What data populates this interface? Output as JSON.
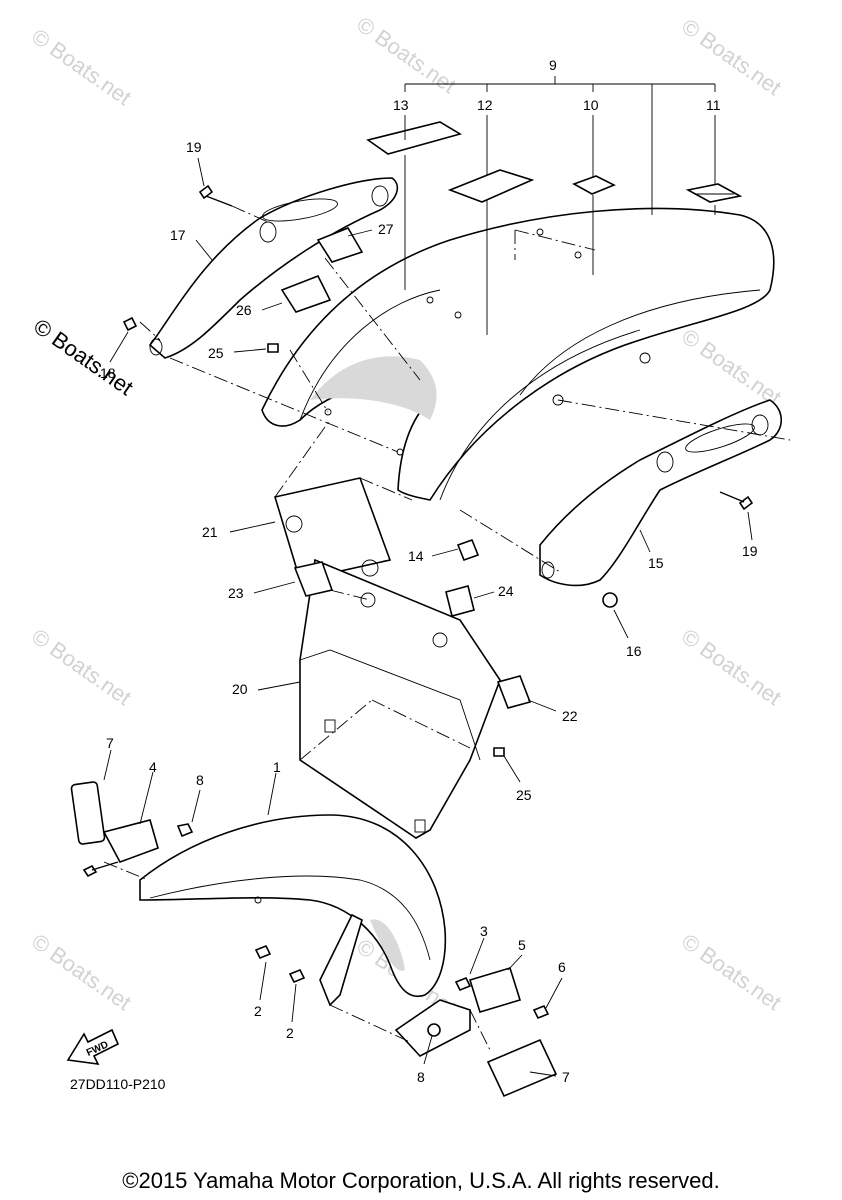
{
  "diagram": {
    "callouts": [
      {
        "id": "c9",
        "text": "9"
      },
      {
        "id": "c13",
        "text": "13"
      },
      {
        "id": "c12",
        "text": "12"
      },
      {
        "id": "c10",
        "text": "10"
      },
      {
        "id": "c11",
        "text": "11"
      },
      {
        "id": "c19a",
        "text": "19"
      },
      {
        "id": "c17",
        "text": "17"
      },
      {
        "id": "c27",
        "text": "27"
      },
      {
        "id": "c26",
        "text": "26"
      },
      {
        "id": "c25a",
        "text": "25"
      },
      {
        "id": "c18",
        "text": "18"
      },
      {
        "id": "c19b",
        "text": "19"
      },
      {
        "id": "c15",
        "text": "15"
      },
      {
        "id": "c21",
        "text": "21"
      },
      {
        "id": "c14",
        "text": "14"
      },
      {
        "id": "c16",
        "text": "16"
      },
      {
        "id": "c23",
        "text": "23"
      },
      {
        "id": "c24",
        "text": "24"
      },
      {
        "id": "c20",
        "text": "20"
      },
      {
        "id": "c22",
        "text": "22"
      },
      {
        "id": "c25b",
        "text": "25"
      },
      {
        "id": "c7a",
        "text": "7"
      },
      {
        "id": "c4",
        "text": "4"
      },
      {
        "id": "c8a",
        "text": "8"
      },
      {
        "id": "c1",
        "text": "1"
      },
      {
        "id": "c3",
        "text": "3"
      },
      {
        "id": "c5",
        "text": "5"
      },
      {
        "id": "c6",
        "text": "6"
      },
      {
        "id": "c2a",
        "text": "2"
      },
      {
        "id": "c2b",
        "text": "2"
      },
      {
        "id": "c8b",
        "text": "8"
      },
      {
        "id": "c7b",
        "text": "7"
      }
    ],
    "fwd_label": "FWD",
    "watermark": "© Boats.net",
    "side_watermark": "© Boats.net"
  },
  "ref_code": "27DD110-P210",
  "copyright": "©2015 Yamaha Motor Corporation, U.S.A. All rights reserved."
}
